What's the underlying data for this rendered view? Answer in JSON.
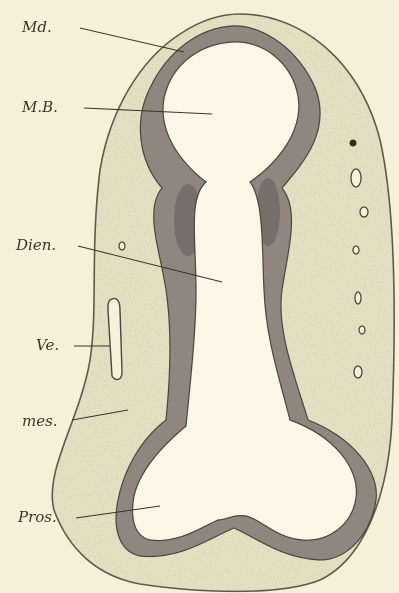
{
  "figure": {
    "colors": {
      "paper": "#f6f0d8",
      "mesenchyme": "#ece4c6",
      "wall": "#8f877f",
      "wall_dark": "#6b645f",
      "lumen": "#fbf6e6",
      "ink": "#3a332a"
    },
    "labels": [
      {
        "id": "md",
        "text": "Md."
      },
      {
        "id": "mb",
        "text": "M.B."
      },
      {
        "id": "dien",
        "text": "Dien."
      },
      {
        "id": "ve",
        "text": "Ve."
      },
      {
        "id": "mes",
        "text": "mes."
      },
      {
        "id": "pros",
        "text": "Pros."
      }
    ]
  }
}
